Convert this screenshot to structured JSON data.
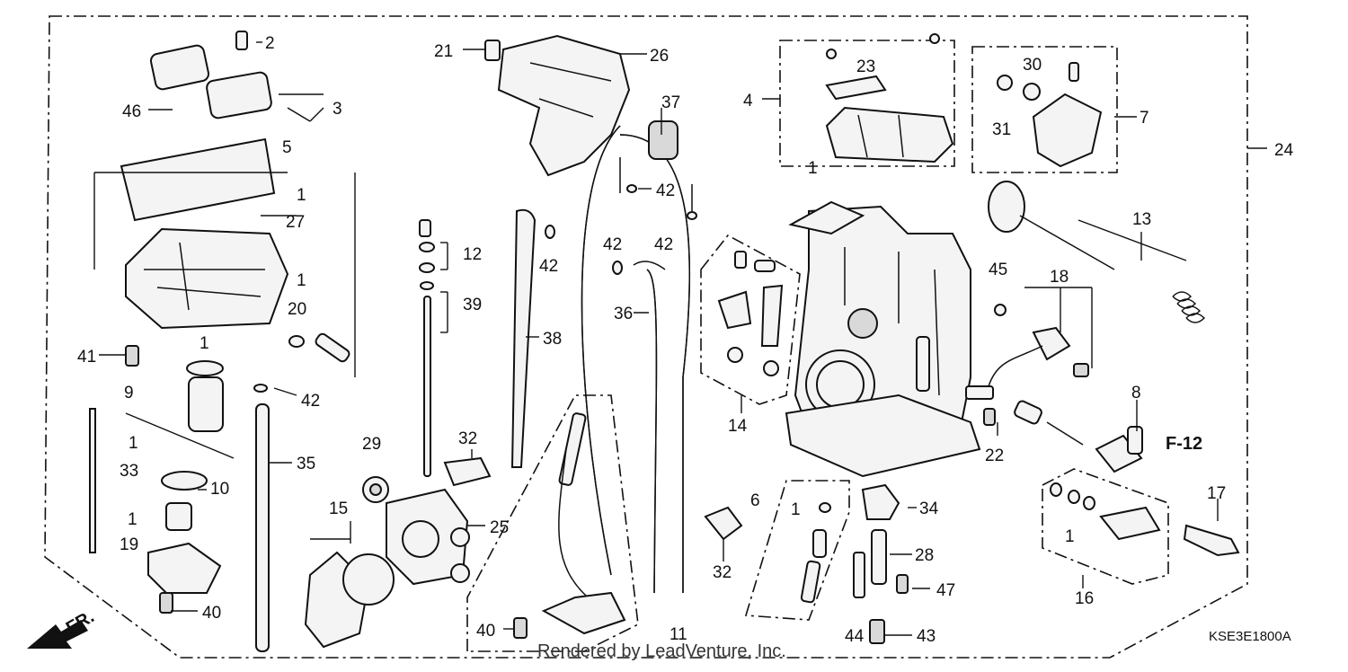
{
  "diagram": {
    "diagram_code": "KSE3E1800A",
    "watermark": "Rendered by LeadVenture, Inc.",
    "reference": "F-12",
    "front_marker": "FR.",
    "callouts": [
      "1",
      "2",
      "3",
      "4",
      "5",
      "6",
      "7",
      "8",
      "9",
      "10",
      "11",
      "12",
      "13",
      "14",
      "15",
      "16",
      "17",
      "18",
      "19",
      "20",
      "21",
      "22",
      "23",
      "24",
      "25",
      "26",
      "27",
      "28",
      "29",
      "30",
      "31",
      "32",
      "33",
      "34",
      "35",
      "36",
      "37",
      "38",
      "39",
      "40",
      "41",
      "42",
      "43",
      "44",
      "45",
      "46",
      "47"
    ]
  }
}
